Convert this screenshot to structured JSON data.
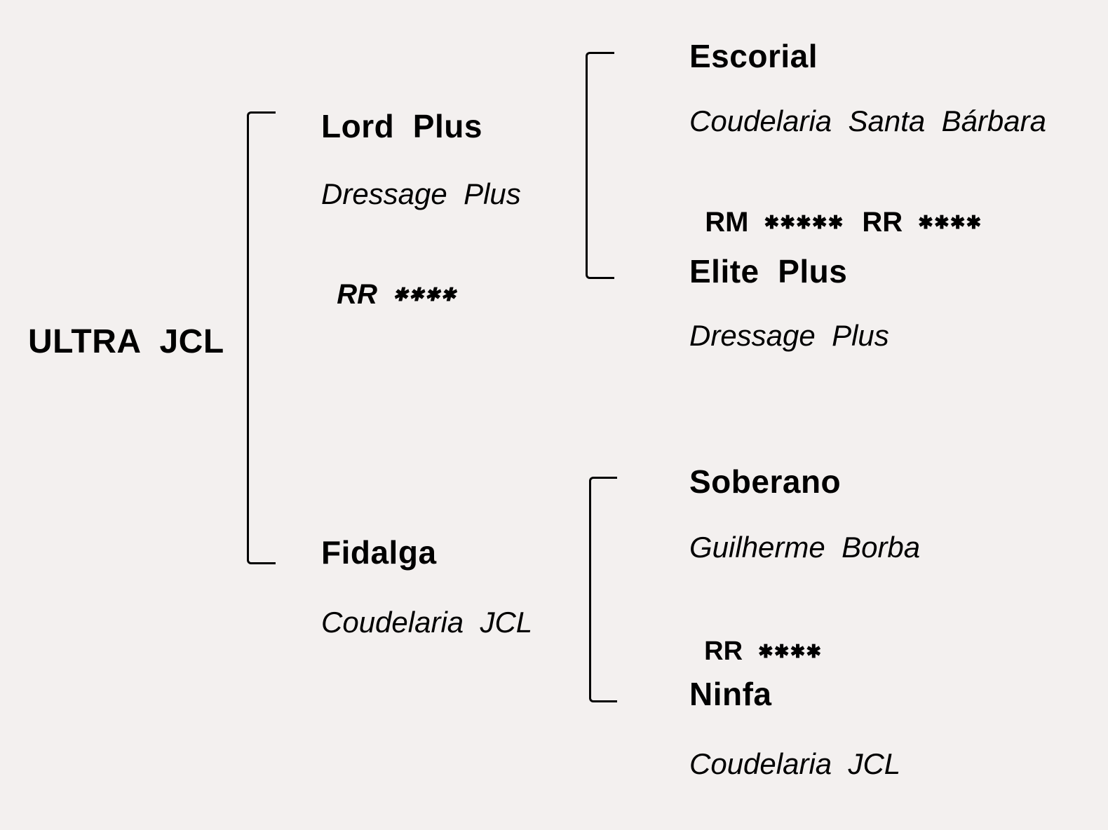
{
  "diagram_type": "pedigree",
  "root": {
    "name": "ULTRA  JCL"
  },
  "sire": {
    "name": "Lord  Plus",
    "owner": "Dressage  Plus",
    "rating_label": "RR",
    "rating_stars": "✱✱✱✱"
  },
  "dam": {
    "name": "Fidalga",
    "owner": "Coudelaria  JCL"
  },
  "sire_sire": {
    "name": "Escorial",
    "owner": "Coudelaria  Santa  Bárbara",
    "rating_label_1": "RM",
    "rating_stars_1": "✱✱✱✱✱",
    "rating_label_2": "RR",
    "rating_stars_2": "✱✱✱✱"
  },
  "sire_dam": {
    "name": "Elite  Plus",
    "owner": "Dressage  Plus"
  },
  "dam_sire": {
    "name": "Soberano",
    "owner": "Guilherme  Borba",
    "rating_label": "RR",
    "rating_stars": "✱✱✱✱"
  },
  "dam_dam": {
    "name": "Ninfa",
    "owner": "Coudelaria  JCL"
  },
  "colors": {
    "background": "#f3f0ef",
    "text": "#000000",
    "line": "#000000"
  }
}
